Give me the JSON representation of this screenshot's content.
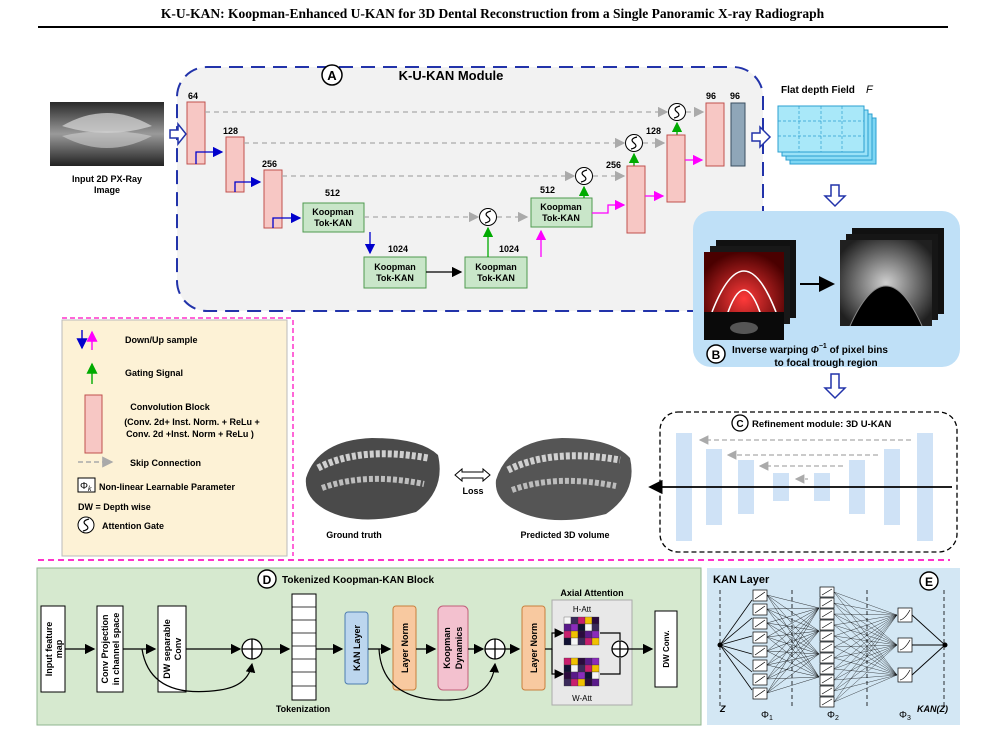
{
  "title": "K-U-KAN: Koopman-Enhanced U-KAN for 3D Dental Reconstruction from a Single Panoramic X-ray Radiograph",
  "section_a": {
    "letter": "A",
    "title": "K-U-KAN Module"
  },
  "input_label_1": "Input 2D PX-Ray",
  "input_label_2": "Image",
  "channels": {
    "c64": "64",
    "c128": "128",
    "c256": "256",
    "c512": "512",
    "c1024": "1024",
    "c96": "96"
  },
  "koopman_line1": "Koopman",
  "koopman_line2": "Tok-KAN",
  "flat_depth_label": "Flat depth Field",
  "flat_depth_symbol": "F",
  "section_b": {
    "letter": "B",
    "line1_pre": "Inverse warping",
    "line1_sym": "Φ",
    "line1_sup": "−1",
    "line1_post": "of pixel bins",
    "line2": "to focal trough region"
  },
  "section_c": {
    "letter": "C",
    "title": "Refinement module: 3D U-KAN"
  },
  "legend": {
    "down_up": "Down/Up sample",
    "gating": "Gating Signal",
    "conv_block_1": "Convolution Block",
    "conv_block_2": "(Conv. 2d+ Inst. Norm. + ReLu +",
    "conv_block_3": "Conv. 2d +Inst. Norm + ReLu )",
    "skip": "Skip Connection",
    "phi_sym": "Φ",
    "phi_sub": "k",
    "phi_text": "Non-linear Learnable Parameter",
    "dw": "DW = Depth wise",
    "attention": "Attention Gate"
  },
  "ground_truth": "Ground truth",
  "loss": "Loss",
  "predicted": "Predicted 3D volume",
  "section_d": {
    "letter": "D",
    "title": "Tokenized Koopman-KAN Block",
    "input_fm_1": "Input feature",
    "input_fm_2": "map",
    "conv_proj_1": "Conv Projection",
    "conv_proj_2": "in channel space",
    "dw_sep_1": "DW separable",
    "dw_sep_2": "Conv",
    "tokenization": "Tokenization",
    "kan_layer": "KAN Layer",
    "layer_norm": "Layer Norm",
    "koopman_dyn_1": "Koopman",
    "koopman_dyn_2": "Dynamics",
    "axial_attention": "Axial Attention",
    "h_att": "H-Att",
    "w_att": "W-Att",
    "dw_conv": "DW Conv."
  },
  "section_e": {
    "letter": "E",
    "title": "KAN Layer",
    "z": "Z",
    "phi": "Φ",
    "sub1": "1",
    "sub2": "2",
    "sub3": "3",
    "kan_z": "KAN(Z)"
  },
  "colors": {
    "conv_block": "#f7c7c4",
    "conv_border": "#c0504d",
    "koopman_fill": "#c9e6c9",
    "koopman_border": "#4f9a4f",
    "down_arrow": "#0000cc",
    "up_arrow": "#ff00ff",
    "gating": "#00aa00",
    "skip": "#aaaaaa",
    "legend_bg": "#fdf2d6",
    "section_b_bg": "#bfe0f7",
    "section_d_bg": "#d6e9cf",
    "section_e_bg": "#d3e7f4",
    "kan_layer_fill": "#bcd6ee",
    "layer_norm_fill": "#f8c9a0",
    "koopman_dyn_fill": "#f3c1cf"
  }
}
